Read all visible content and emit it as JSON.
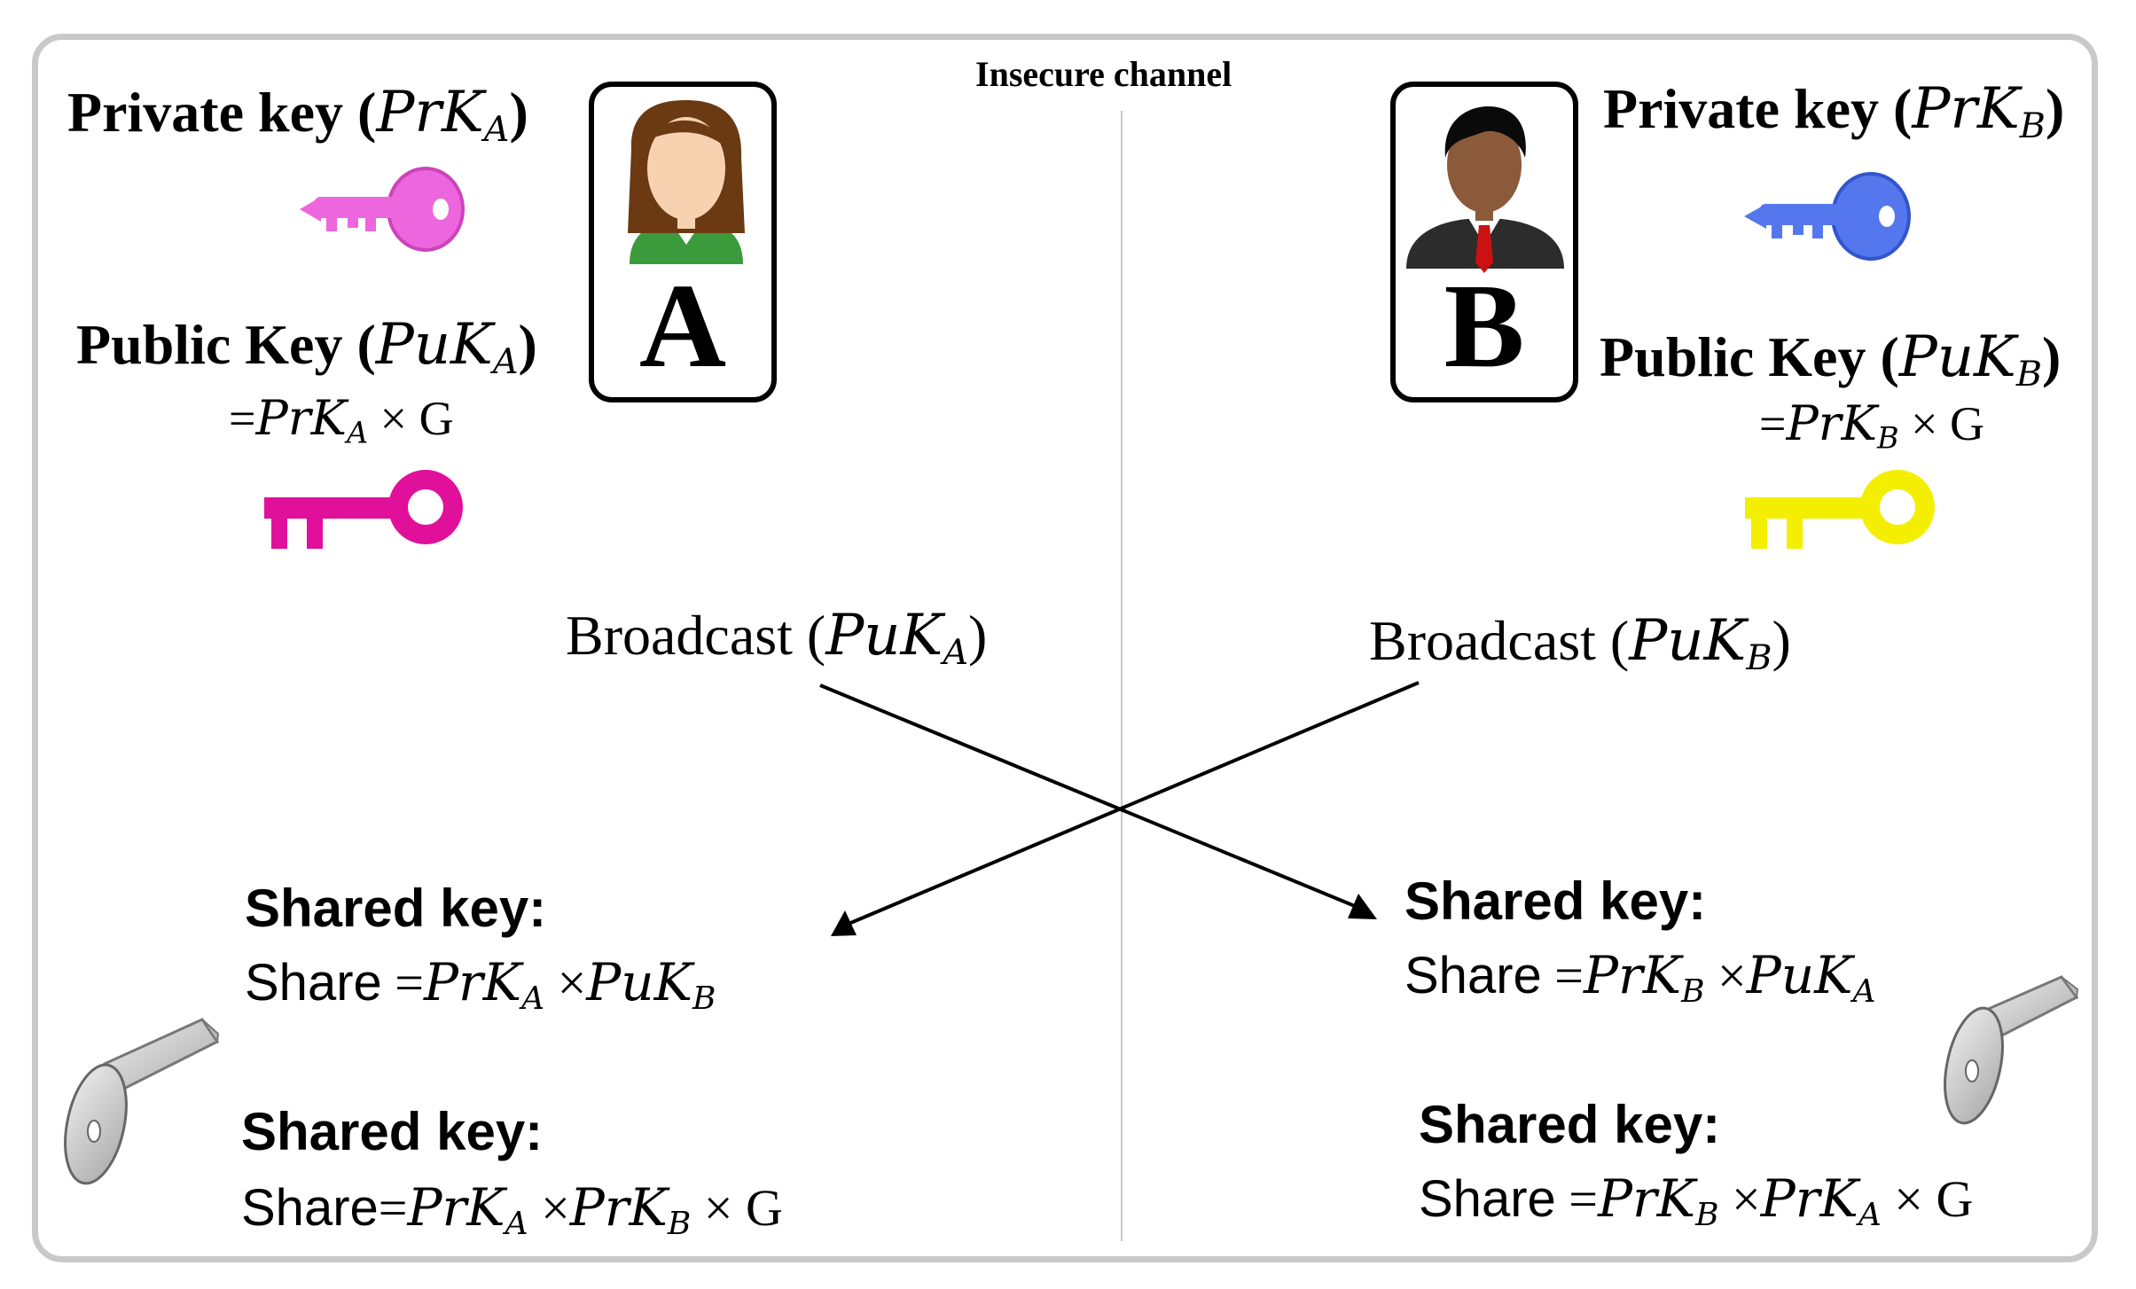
{
  "title": "Insecure channel",
  "party_a": {
    "letter": "A",
    "private_key": {
      "label": "Private key (",
      "sym": "PrK",
      "sub": "A",
      "close": ")"
    },
    "public_key": {
      "label": "Public Key (",
      "sym": "PuK",
      "sub": "A",
      "close": ")"
    },
    "public_formula": {
      "eq": "=",
      "sym": "PrK",
      "sub": "A",
      "op": "×",
      "g": "G"
    },
    "broadcast": {
      "word": "Broadcast",
      "open": "(",
      "sym": "PuK",
      "sub": "A",
      "close": ")"
    },
    "shared1": {
      "heading": "Shared key:",
      "word": "Share",
      "eq": "=",
      "s1": "PrK",
      "b1": "A",
      "op": "×",
      "s2": "PuK",
      "b2": "B"
    },
    "shared2": {
      "heading": "Shared key:",
      "word": "Share",
      "eq": "=",
      "s1": "PrK",
      "b1": "A",
      "op1": "×",
      "s2": "PrK",
      "b2": "B",
      "op2": "×",
      "g": "G"
    }
  },
  "party_b": {
    "letter": "B",
    "private_key": {
      "label": "Private key (",
      "sym": "PrK",
      "sub": "B",
      "close": ")"
    },
    "public_key": {
      "label": "Public Key (",
      "sym": "PuK",
      "sub": "B",
      "close": ")"
    },
    "public_formula": {
      "eq": "=",
      "sym": "PrK",
      "sub": "B",
      "op": "×",
      "g": "G"
    },
    "broadcast": {
      "word": "Broadcast",
      "open": "(",
      "sym": "PuK",
      "sub": "B",
      "close": ")"
    },
    "shared1": {
      "heading": "Shared key:",
      "word": "Share",
      "eq": "=",
      "s1": "PrK",
      "b1": "B",
      "op": "×",
      "s2": "PuK",
      "b2": "A"
    },
    "shared2": {
      "heading": "Shared key:",
      "word": "Share",
      "eq": "=",
      "s1": "PrK",
      "b1": "B",
      "op1": "×",
      "s2": "PrK",
      "b2": "A",
      "op2": "×",
      "g": "G"
    }
  },
  "colors": {
    "private_key_a": "#ee66dd",
    "private_key_b": "#5577ee",
    "public_key_a": "#e0109a",
    "public_key_b": "#f4ef00",
    "shared_key": "#c8c8c8",
    "frame": "#c9c9c9"
  },
  "icons": [
    "woman-avatar-icon",
    "man-avatar-icon",
    "private-key-icon",
    "public-key-icon",
    "shared-key-icon"
  ]
}
